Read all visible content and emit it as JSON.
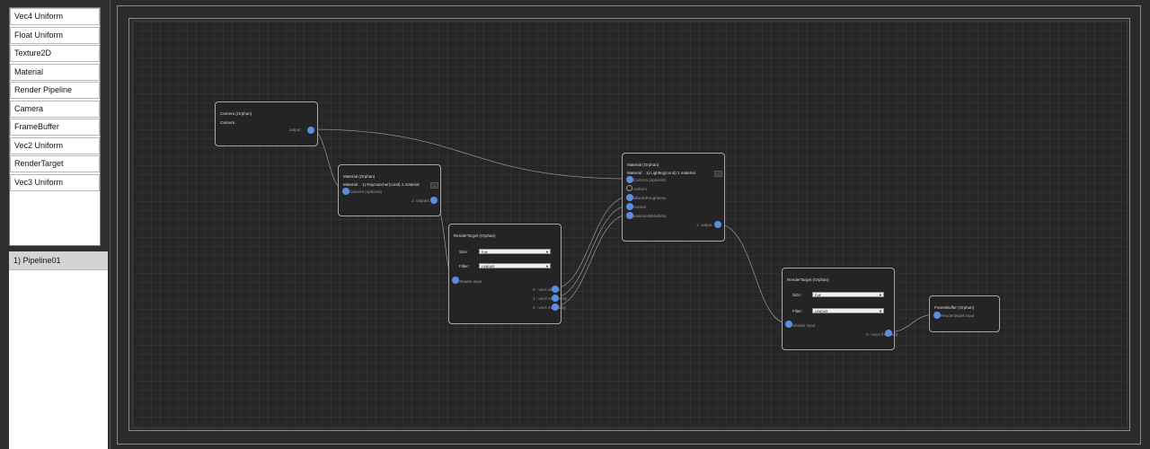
{
  "palette": {
    "items": [
      {
        "label": "Vec4 Uniform"
      },
      {
        "label": "Float Uniform"
      },
      {
        "label": "Texture2D"
      },
      {
        "label": "Material"
      },
      {
        "label": "Render Pipeline"
      },
      {
        "label": "Camera"
      },
      {
        "label": "FrameBuffer"
      },
      {
        "label": "Vec2 Uniform"
      },
      {
        "label": "RenderTarget"
      },
      {
        "label": "Vec3 Uniform"
      }
    ]
  },
  "pipelines": {
    "items": [
      {
        "label": "1) Pipeline01"
      }
    ]
  },
  "nodes": {
    "camera": {
      "title": "Camera (Orphan)",
      "label": "Camera",
      "output": "output"
    },
    "material1": {
      "title": "Material (Orphan)",
      "material_label": "Material :",
      "material_value": "1) Raymarcher(cond) 1 material",
      "more": "...",
      "camera_input": "Camera (optional)",
      "output": "1: outputs"
    },
    "rt1": {
      "title": "RenderTarget (Orphan)",
      "size_label": "Size :",
      "size_value": "Full",
      "filter_label": "Filter :",
      "filter_value": "LINEAR",
      "input": "Shader input",
      "outputs": [
        "0 : vec4 albedo",
        "1 : vec4 roughness",
        "2 : vec4 metallicity"
      ]
    },
    "material2": {
      "title": "Material (Orphan)",
      "material_label": "Material :",
      "material_value": "1) Lighting(cond) 1 material",
      "more": "...",
      "inputs": [
        "Camera (optional)",
        "uniform",
        "albedoRoughness",
        "normal",
        "position/Metallicity"
      ],
      "output": "1: output"
    },
    "rt2": {
      "title": "RenderTarget (Orphan)",
      "size_label": "Size :",
      "size_value": "Full",
      "filter_label": "Filter :",
      "filter_value": "LINEAR",
      "input": "Shader input",
      "output": "0 : vec4 fragColor"
    },
    "framebuffer": {
      "title": "FrameBuffer (Orphan)",
      "input": "Rendertarget input"
    }
  },
  "colors": {
    "port": "#5a8ee0",
    "node_bg": "#242424",
    "node_border": "#a8a8a8",
    "canvas": "#262626"
  }
}
